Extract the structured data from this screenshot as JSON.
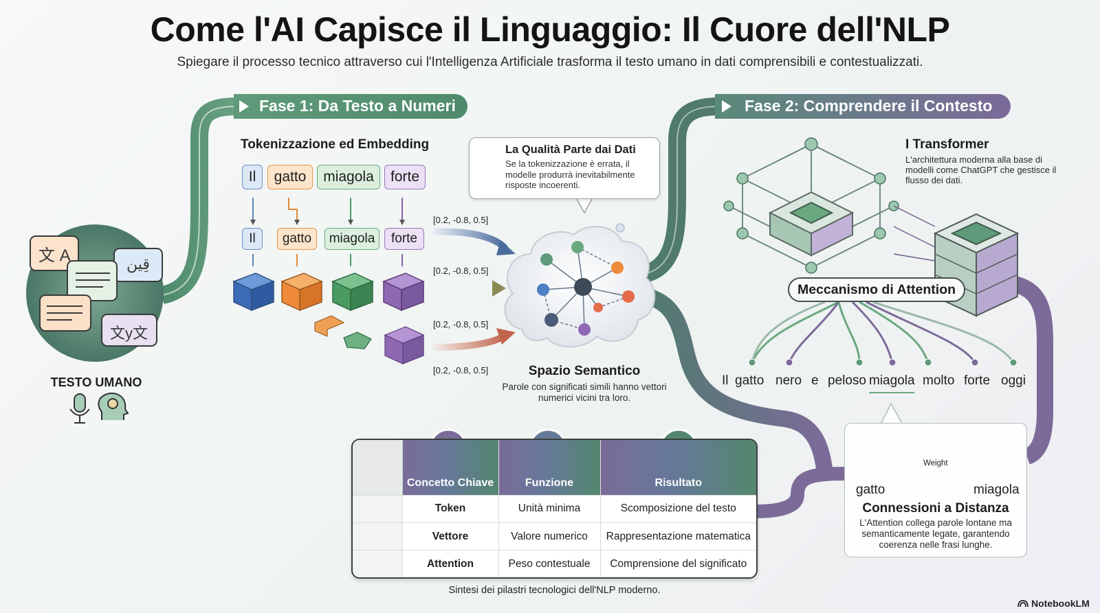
{
  "header": {
    "title": "Come l'AI Capisce il Linguaggio: Il Cuore dell'NLP",
    "subtitle": "Spiegare il processo tecnico attraverso cui l'Intelligenza Artificiale trasforma il testo umano in dati comprensibili e contestualizzati."
  },
  "phase1": {
    "label": "Fase 1: Da Testo a Numeri",
    "section_title": "Tokenizzazione ed Embedding",
    "tokens": [
      "Il",
      "gatto",
      "miagola",
      "forte"
    ],
    "vectors": [
      "[0.2, -0.8, 0.5]",
      "[0.2, -0.8, 0.5]",
      "[0.2, -0.8, 0.5]",
      "[0.2, -0.8, 0.5]"
    ]
  },
  "human": {
    "label": "TESTO UMANO",
    "bubble_glyphs": [
      "文",
      "A",
      "قِين",
      "文y文"
    ]
  },
  "callout": {
    "title": "La Qualità Parte dai Dati",
    "text": "Se la tokenizzazione è errata, il modelle produrrà inevitabilmente risposte incoerenti."
  },
  "semantic": {
    "title": "Spazio Semantico",
    "text": "Parole con significati simili hanno vettori numerici vicini tra loro."
  },
  "phase2": {
    "label": "Fase 2: Comprendere il Contesto",
    "transformer_title": "I Transformer",
    "transformer_text": "L'architettura moderna alla base di modelli come ChatGPT che gestisce il flusso dei dati.",
    "attention_label": "Meccanismo di Attention",
    "sentence": [
      "Il",
      "gatto",
      "nero",
      "e",
      "peloso",
      "miagola",
      "molto",
      "forte",
      "oggi"
    ]
  },
  "distance": {
    "weight_label": "Weight",
    "from_word": "gatto",
    "to_word": "miagola",
    "title": "Connessioni a Distanza",
    "text": "L'Attention collega parole lontane ma semanticamente legate, garantendo coerenza nelle frasi lunghe."
  },
  "table": {
    "headers": [
      "Concetto Chiave",
      "Funzione",
      "Risultato"
    ],
    "rows": [
      {
        "icon": "cube-icon",
        "concept": "Token",
        "function": "Unità minima",
        "result": "Scomposizione del testo"
      },
      {
        "icon": "vector-axes-icon",
        "concept": "Vettore",
        "function": "Valore numerico",
        "result": "Rappresentazione matematica"
      },
      {
        "icon": "eye-icon",
        "concept": "Attention",
        "function": "Peso contestuale",
        "result": "Comprensione del significato"
      }
    ],
    "caption": "Sintesi dei pilastri tecnologici dell'NLP moderno."
  },
  "brand": {
    "name": "NotebookLM"
  },
  "colors": {
    "green": "#5f9a7a",
    "purple": "#7d6a9a",
    "blue": "#4f7fc4",
    "orange": "#ee8a3a",
    "teal_path": "#4f7a6c"
  }
}
